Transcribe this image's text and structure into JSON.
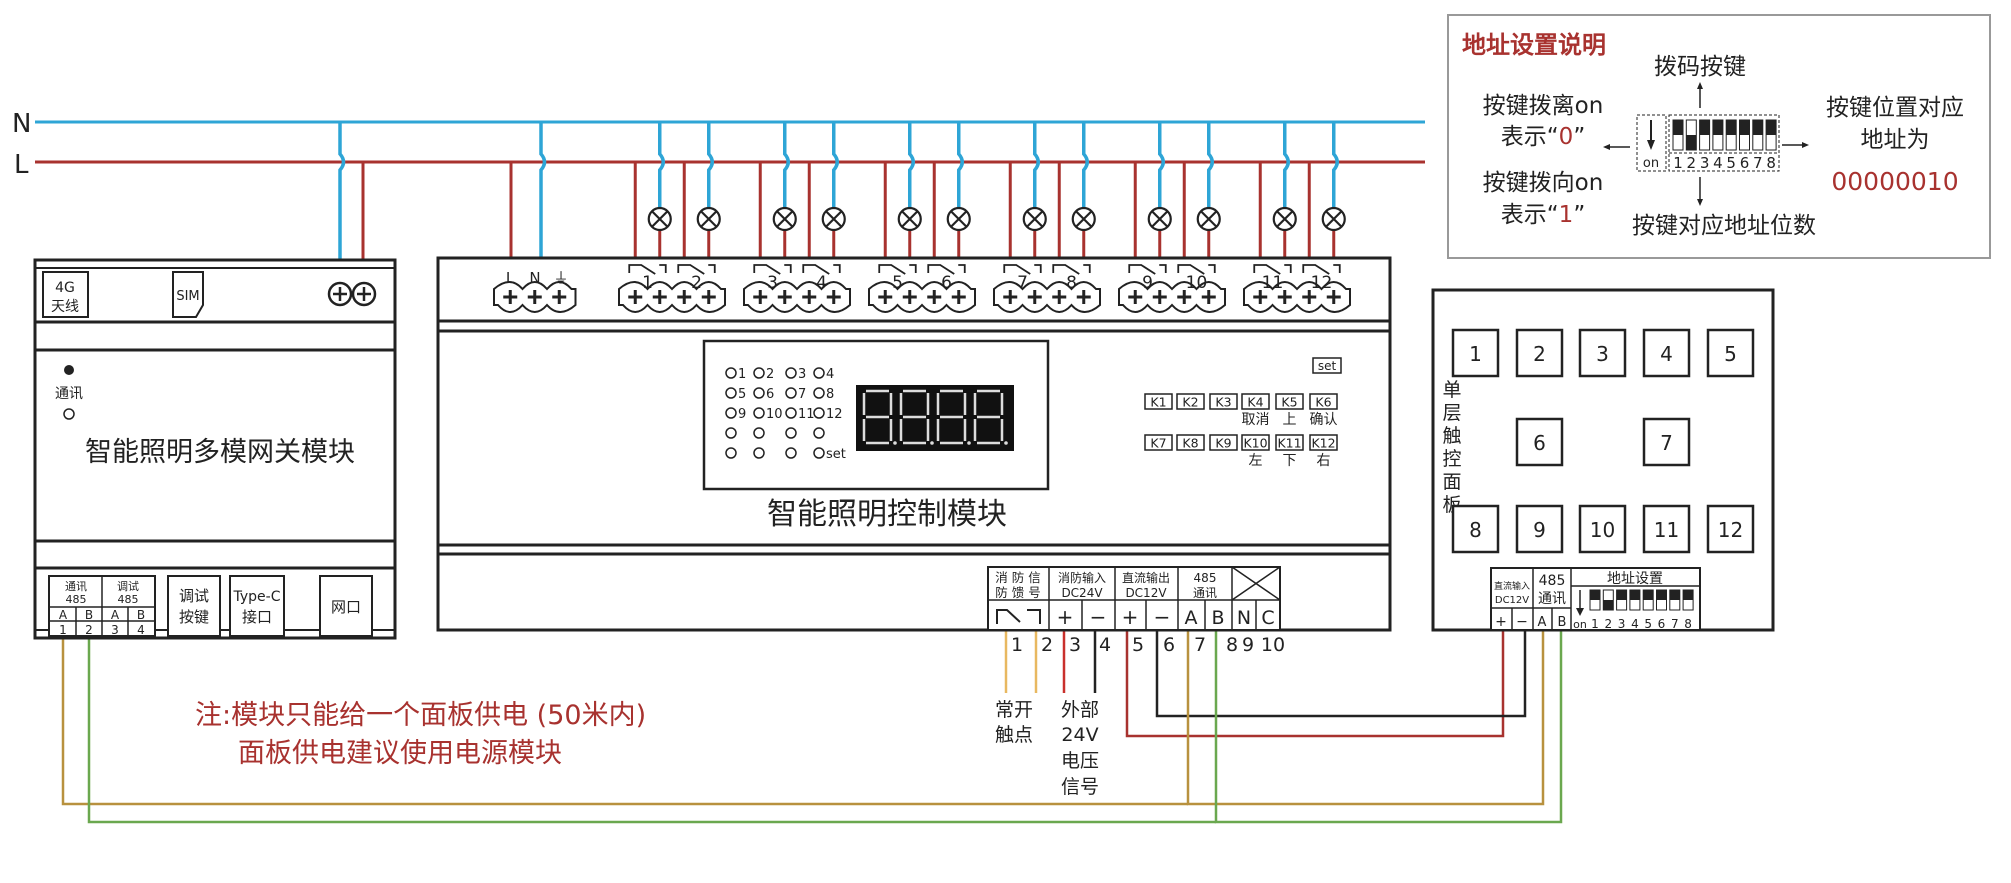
{
  "colors": {
    "neutral_wire": "#2ea5d6",
    "live_wire": "#a8322f",
    "black_wire": "#222222",
    "orange_wire": "#b8913e",
    "green_wire": "#6aa84f",
    "light_orange_wire": "#e8b860",
    "bright_red_wire": "#c9302c",
    "annotation_red": "#a8322f"
  },
  "bus": {
    "neutral_label": "N",
    "live_label": "L"
  },
  "gateway": {
    "antenna_label": "4G",
    "antenna_label2": "天线",
    "sim_label": "SIM",
    "led_label": "通讯",
    "title": "智能照明多模网关模块",
    "ports": {
      "comm485_label1": "通讯",
      "comm485_label2": "485",
      "debug485_label1": "调试",
      "debug485_label2": "485",
      "pins": [
        "A",
        "B",
        "A",
        "B"
      ],
      "pin_numbers": [
        "1",
        "2",
        "3",
        "4"
      ],
      "debug_button1": "调试",
      "debug_button2": "按键",
      "typec1": "Type-C",
      "typec2": "接口",
      "ethernet": "网口"
    }
  },
  "controller": {
    "title": "智能照明控制模块",
    "power_terminals": [
      "L",
      "N",
      "⏚"
    ],
    "channels": [
      "1",
      "2",
      "3",
      "4",
      "5",
      "6",
      "7",
      "8",
      "9",
      "10",
      "11",
      "12"
    ],
    "led_rows": [
      [
        "1",
        "2",
        "3",
        "4"
      ],
      [
        "5",
        "6",
        "7",
        "8"
      ],
      [
        "9",
        "10",
        "11",
        "12"
      ],
      [
        "",
        "",
        "",
        ""
      ],
      [
        "",
        "",
        "",
        "set"
      ]
    ],
    "display_digits": "8.8.8.8.",
    "set_key": "set",
    "keys_row1": [
      "K1",
      "K2",
      "K3",
      "K4",
      "K5",
      "K6"
    ],
    "keys_row1_sub": [
      "",
      "",
      "",
      "取消",
      "上",
      "确认"
    ],
    "keys_row2": [
      "K7",
      "K8",
      "K9",
      "K10",
      "K11",
      "K12"
    ],
    "keys_row2_sub": [
      "",
      "",
      "",
      "左",
      "下",
      "右"
    ],
    "bottom_terminals": {
      "groups": [
        {
          "line1": "消 防 信",
          "line2": "防 馈 号"
        },
        {
          "line1": "消防输入",
          "line2": "DC24V"
        },
        {
          "line1": "直流输出",
          "line2": "DC12V"
        },
        {
          "line1": "485",
          "line2": "通讯"
        }
      ],
      "symbols": [
        "+",
        "−",
        "+",
        "−",
        "A",
        "B",
        "N",
        "C"
      ],
      "numbers": [
        "1",
        "2",
        "3",
        "4",
        "5",
        "6",
        "7",
        "8",
        "9",
        "10"
      ]
    },
    "external_labels": {
      "no_contact": [
        "常开",
        "触点"
      ],
      "ext_voltage": [
        "外部",
        "24V",
        "电压",
        "信号"
      ]
    }
  },
  "panel": {
    "side_label": "单层触控面板",
    "buttons": [
      "1",
      "2",
      "3",
      "4",
      "5",
      "6",
      "7",
      "8",
      "9",
      "10",
      "11",
      "12"
    ],
    "terminals": {
      "dc_label1": "直流输入",
      "dc_label2": "DC12V",
      "comm_label1": "485",
      "comm_label2": "通讯",
      "address_label": "地址设置",
      "symbols": [
        "+",
        "−",
        "A",
        "B"
      ],
      "on_label": "on",
      "dip_numbers": [
        "1",
        "2",
        "3",
        "4",
        "5",
        "6",
        "7",
        "8"
      ],
      "dip_states": [
        0,
        1,
        0,
        0,
        0,
        0,
        0,
        0
      ]
    }
  },
  "address_info": {
    "title": "地址设置说明",
    "dip_label": "拨码按键",
    "off_line1": "按键拨离on",
    "off_line2_prefix": "表示“",
    "off_value": "0",
    "off_line2_suffix": "”",
    "on_line1": "按键拨向on",
    "on_line2_prefix": "表示“",
    "on_value": "1",
    "on_line2_suffix": "”",
    "position_line1": "按键位置对应",
    "position_line2": "地址为",
    "address_value": "00000010",
    "bit_label": "按键对应地址位数",
    "on_label": "on",
    "dip_numbers": [
      "1",
      "2",
      "3",
      "4",
      "5",
      "6",
      "7",
      "8"
    ],
    "dip_states": [
      0,
      1,
      0,
      0,
      0,
      0,
      0,
      0
    ]
  },
  "note": {
    "line1": "注:模块只能给一个面板供电 (50米内)",
    "line2": "面板供电建议使用电源模块"
  }
}
